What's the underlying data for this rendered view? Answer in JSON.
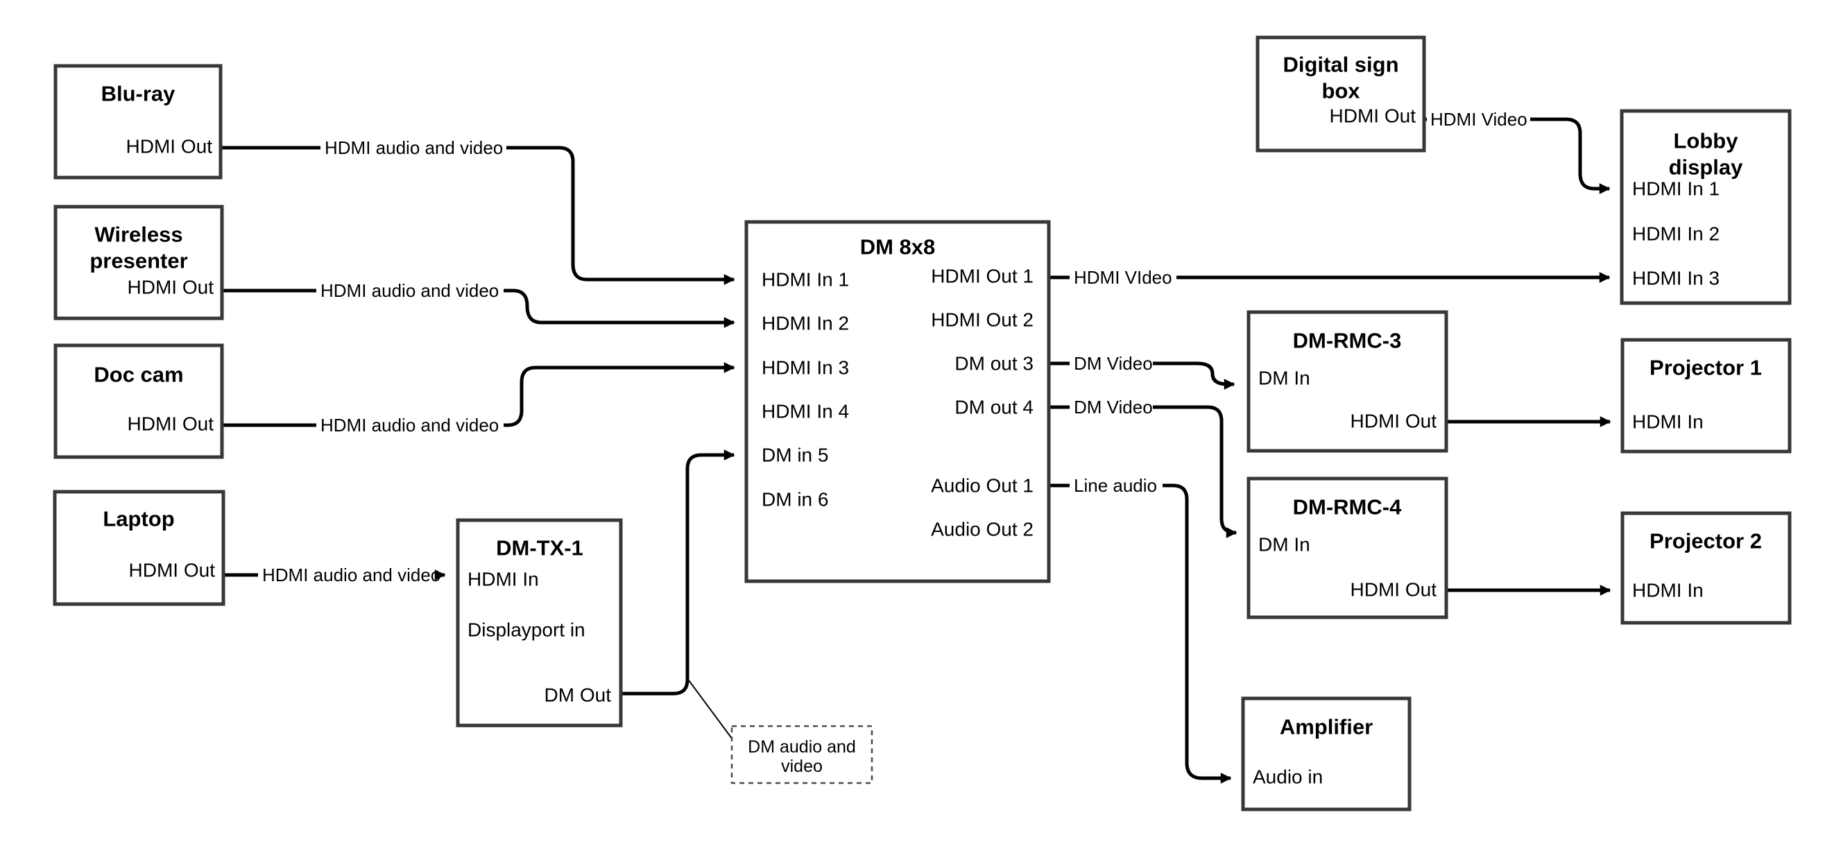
{
  "diagram": {
    "colors": {
      "line": "#000000",
      "box_border": "#373737",
      "annotation_border": "#4a4a4a",
      "background": "#ffffff",
      "text": "#000000"
    },
    "nodes": {
      "bluray": {
        "title": "Blu-ray",
        "port_hdmi_out": "HDMI Out"
      },
      "wireless_presenter": {
        "title_line1": "Wireless",
        "title_line2": "presenter",
        "port_hdmi_out": "HDMI Out"
      },
      "doc_cam": {
        "title": "Doc cam",
        "port_hdmi_out": "HDMI Out"
      },
      "laptop": {
        "title": "Laptop",
        "port_hdmi_out": "HDMI Out"
      },
      "dm_tx_1": {
        "title": "DM-TX-1",
        "port_hdmi_in": "HDMI In",
        "port_displayport_in": "Displayport in",
        "port_dm_out": "DM Out"
      },
      "dm_8x8": {
        "title": "DM 8x8",
        "ports_left": [
          "HDMI In 1",
          "HDMI In 2",
          "HDMI In 3",
          "HDMI In 4",
          "DM in 5",
          "DM in 6"
        ],
        "ports_right": [
          "HDMI Out 1",
          "HDMI Out 2",
          "DM out 3",
          "DM out 4",
          "Audio Out 1",
          "Audio Out 2"
        ]
      },
      "digital_sign_box": {
        "title_line1": "Digital sign",
        "title_line2": "box",
        "port_hdmi_out": "HDMI Out"
      },
      "lobby_display": {
        "title_line1": "Lobby",
        "title_line2": "display",
        "ports": [
          "HDMI In 1",
          "HDMI In 2",
          "HDMI In 3"
        ]
      },
      "dm_rmc_3": {
        "title": "DM-RMC-3",
        "port_dm_in": "DM In",
        "port_hdmi_out": "HDMI Out"
      },
      "dm_rmc_4": {
        "title": "DM-RMC-4",
        "port_dm_in": "DM In",
        "port_hdmi_out": "HDMI Out"
      },
      "projector_1": {
        "title": "Projector 1",
        "port_hdmi_in": "HDMI In"
      },
      "projector_2": {
        "title": "Projector 2",
        "port_hdmi_in": "HDMI In"
      },
      "amplifier": {
        "title": "Amplifier",
        "port_audio_in": "Audio in"
      }
    },
    "edge_labels": {
      "bluray_to_dm": "HDMI audio and video",
      "wireless_to_dm": "HDMI audio and video",
      "doccam_to_dm": "HDMI audio and video",
      "laptop_to_dmtx": "HDMI audio and video",
      "hdmi_out_1": "HDMI VIdeo",
      "dm_out_3": "DM Video",
      "dm_out_4": "DM Video",
      "audio_out_1": "Line audio",
      "digisign_to_lobby": "HDMI Video"
    },
    "annotation": {
      "line1": "DM audio and",
      "line2": "video"
    }
  }
}
